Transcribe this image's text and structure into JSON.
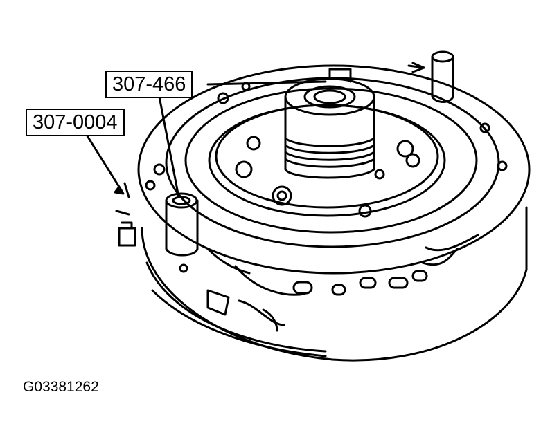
{
  "labels": {
    "tool_a": "307-466",
    "tool_b": "307-0004"
  },
  "figure_id": "G03381262",
  "colors": {
    "line": "#000000",
    "background": "#ffffff"
  }
}
